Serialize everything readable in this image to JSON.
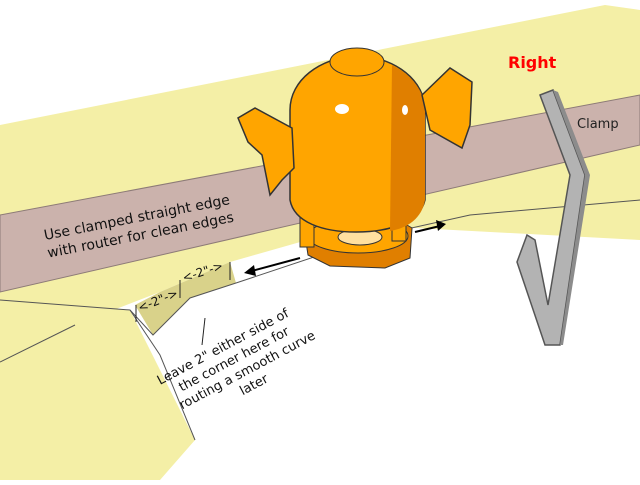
{
  "labels": {
    "side": "Right",
    "clamp": "Clamp",
    "instruction_line1": "Use clamped straight edge",
    "instruction_line2": "with router for clean edges",
    "dim_left": "<-2\"->",
    "dim_right": "<-2\"->",
    "note_line1": "Leave 2\" either side of",
    "note_line2": "the corner here for",
    "note_line3": "routing a smooth curve",
    "note_line4": "later"
  },
  "colors": {
    "board": "#f4efa6",
    "board_dark": "#d9d28a",
    "straightedge": "#cbb2ac",
    "router_body": "#ffa500",
    "router_shadow": "#e07f00",
    "clamp": "#b3b3b3",
    "clamp_dark": "#8c8c8c",
    "side_label": "#ff0000",
    "outline": "#333333"
  }
}
